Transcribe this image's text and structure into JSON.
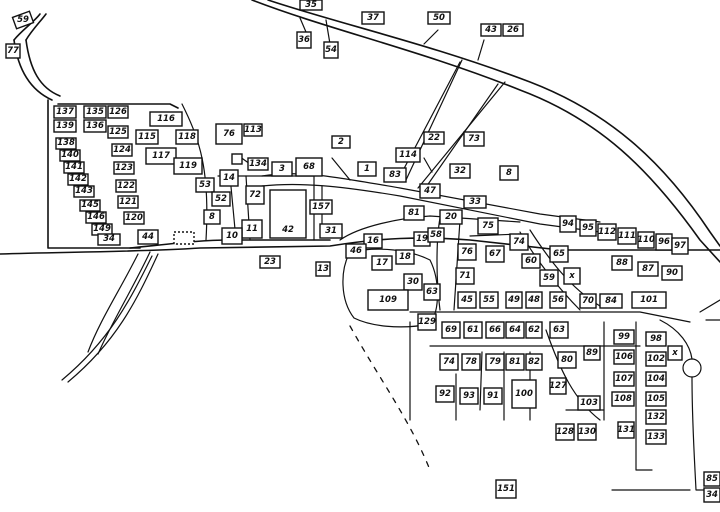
{
  "plots": [
    {
      "id": "p59",
      "label": "59"
    },
    {
      "id": "p77",
      "label": "77"
    },
    {
      "id": "p35",
      "label": "35"
    },
    {
      "id": "p36",
      "label": "36"
    },
    {
      "id": "p54a",
      "label": "54"
    },
    {
      "id": "p37",
      "label": "37"
    },
    {
      "id": "p50",
      "label": "50"
    },
    {
      "id": "p43",
      "label": "43"
    },
    {
      "id": "p26",
      "label": "26"
    },
    {
      "id": "p137",
      "label": "137"
    },
    {
      "id": "p135",
      "label": "135"
    },
    {
      "id": "p126",
      "label": "126"
    },
    {
      "id": "p139",
      "label": "139"
    },
    {
      "id": "p136",
      "label": "136"
    },
    {
      "id": "p125",
      "label": "125"
    },
    {
      "id": "p138",
      "label": "138"
    },
    {
      "id": "p124",
      "label": "124"
    },
    {
      "id": "p140",
      "label": "140"
    },
    {
      "id": "p123",
      "label": "123"
    },
    {
      "id": "p141",
      "label": "141"
    },
    {
      "id": "p122",
      "label": "122"
    },
    {
      "id": "p142",
      "label": "142"
    },
    {
      "id": "p121",
      "label": "121"
    },
    {
      "id": "p143",
      "label": "143"
    },
    {
      "id": "p120",
      "label": "120"
    },
    {
      "id": "p145",
      "label": "145"
    },
    {
      "id": "p146",
      "label": "146"
    },
    {
      "id": "p149",
      "label": "149"
    },
    {
      "id": "p34",
      "label": "34"
    },
    {
      "id": "p44",
      "label": "44"
    },
    {
      "id": "p116",
      "label": "116"
    },
    {
      "id": "p115",
      "label": "115"
    },
    {
      "id": "p118",
      "label": "118"
    },
    {
      "id": "p117",
      "label": "117"
    },
    {
      "id": "p119",
      "label": "119"
    },
    {
      "id": "p76",
      "label": "76"
    },
    {
      "id": "p113",
      "label": "113"
    },
    {
      "id": "p2",
      "label": "2"
    },
    {
      "id": "p22",
      "label": "22"
    },
    {
      "id": "p73",
      "label": "73"
    },
    {
      "id": "p134",
      "label": "134"
    },
    {
      "id": "p3",
      "label": "3"
    },
    {
      "id": "p68",
      "label": "68"
    },
    {
      "id": "p114",
      "label": "114"
    },
    {
      "id": "p14",
      "label": "14"
    },
    {
      "id": "p53",
      "label": "53"
    },
    {
      "id": "p52",
      "label": "52"
    },
    {
      "id": "p72",
      "label": "72"
    },
    {
      "id": "p1",
      "label": "1"
    },
    {
      "id": "p83",
      "label": "83"
    },
    {
      "id": "p32",
      "label": "32"
    },
    {
      "id": "p8",
      "label": "8"
    },
    {
      "id": "p47",
      "label": "47"
    },
    {
      "id": "p33",
      "label": "33"
    },
    {
      "id": "p157",
      "label": "157"
    },
    {
      "id": "p8b",
      "label": "8"
    },
    {
      "id": "p11",
      "label": "11"
    },
    {
      "id": "p42",
      "label": "42"
    },
    {
      "id": "p31",
      "label": "31"
    },
    {
      "id": "p10",
      "label": "10"
    },
    {
      "id": "p81",
      "label": "81"
    },
    {
      "id": "p20",
      "label": "20"
    },
    {
      "id": "p75",
      "label": "75"
    },
    {
      "id": "p94",
      "label": "94"
    },
    {
      "id": "p95",
      "label": "95"
    },
    {
      "id": "p112",
      "label": "112"
    },
    {
      "id": "p111",
      "label": "111"
    },
    {
      "id": "p110",
      "label": "110"
    },
    {
      "id": "p96",
      "label": "96"
    },
    {
      "id": "p97",
      "label": "97"
    },
    {
      "id": "p16",
      "label": "16"
    },
    {
      "id": "p19",
      "label": "19"
    },
    {
      "id": "p58",
      "label": "58"
    },
    {
      "id": "p46",
      "label": "46"
    },
    {
      "id": "p76b",
      "label": "76"
    },
    {
      "id": "p67",
      "label": "67"
    },
    {
      "id": "p74",
      "label": "74"
    },
    {
      "id": "p65",
      "label": "65"
    },
    {
      "id": "p23",
      "label": "23"
    },
    {
      "id": "p13",
      "label": "13"
    },
    {
      "id": "p17",
      "label": "17"
    },
    {
      "id": "p18",
      "label": "18"
    },
    {
      "id": "p60",
      "label": "60"
    },
    {
      "id": "p88",
      "label": "88"
    },
    {
      "id": "p87",
      "label": "87"
    },
    {
      "id": "p90",
      "label": "90"
    },
    {
      "id": "p71",
      "label": "71"
    },
    {
      "id": "p59b",
      "label": "59"
    },
    {
      "id": "p30",
      "label": "30"
    },
    {
      "id": "p63",
      "label": "63"
    },
    {
      "id": "p109",
      "label": "109"
    },
    {
      "id": "p45",
      "label": "45"
    },
    {
      "id": "p55",
      "label": "55"
    },
    {
      "id": "p49",
      "label": "49"
    },
    {
      "id": "p48",
      "label": "48"
    },
    {
      "id": "p56",
      "label": "56"
    },
    {
      "id": "p70",
      "label": "70"
    },
    {
      "id": "p84",
      "label": "84"
    },
    {
      "id": "p101",
      "label": "101"
    },
    {
      "id": "p129",
      "label": "129"
    },
    {
      "id": "p69",
      "label": "69"
    },
    {
      "id": "p61",
      "label": "61"
    },
    {
      "id": "p66",
      "label": "66"
    },
    {
      "id": "p64",
      "label": "64"
    },
    {
      "id": "p62",
      "label": "62"
    },
    {
      "id": "p63b",
      "label": "63"
    },
    {
      "id": "p99",
      "label": "99"
    },
    {
      "id": "p98",
      "label": "98"
    },
    {
      "id": "p89",
      "label": "89"
    },
    {
      "id": "p106",
      "label": "106"
    },
    {
      "id": "p102",
      "label": "102"
    },
    {
      "id": "p74b",
      "label": "74"
    },
    {
      "id": "p78",
      "label": "78"
    },
    {
      "id": "p79",
      "label": "79"
    },
    {
      "id": "p81b",
      "label": "81"
    },
    {
      "id": "p82",
      "label": "82"
    },
    {
      "id": "p80",
      "label": "80"
    },
    {
      "id": "p127",
      "label": "127"
    },
    {
      "id": "p107",
      "label": "107"
    },
    {
      "id": "p104",
      "label": "104"
    },
    {
      "id": "p92",
      "label": "92"
    },
    {
      "id": "p93",
      "label": "93"
    },
    {
      "id": "p91",
      "label": "91"
    },
    {
      "id": "p100",
      "label": "100"
    },
    {
      "id": "p103",
      "label": "103"
    },
    {
      "id": "p108",
      "label": "108"
    },
    {
      "id": "p105",
      "label": "105"
    },
    {
      "id": "p132",
      "label": "132"
    },
    {
      "id": "p128",
      "label": "128"
    },
    {
      "id": "p130",
      "label": "130"
    },
    {
      "id": "p131",
      "label": "131"
    },
    {
      "id": "p133",
      "label": "133"
    },
    {
      "id": "p151",
      "label": "151"
    },
    {
      "id": "p85",
      "label": "85"
    },
    {
      "id": "p34b",
      "label": "34"
    }
  ],
  "marker_x_symbol": "x"
}
